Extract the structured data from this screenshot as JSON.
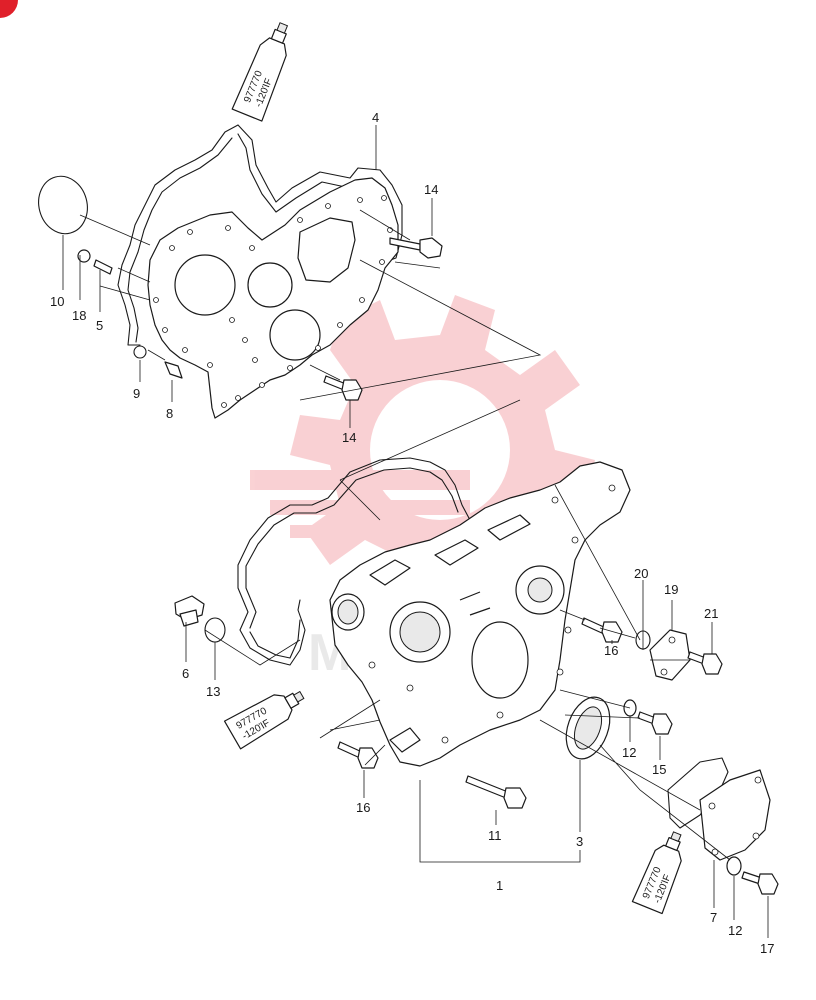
{
  "diagram": {
    "callouts": [
      {
        "id": "c1",
        "text": "1"
      },
      {
        "id": "c3",
        "text": "3"
      },
      {
        "id": "c4",
        "text": "4"
      },
      {
        "id": "c5",
        "text": "5"
      },
      {
        "id": "c6",
        "text": "6"
      },
      {
        "id": "c7",
        "text": "7"
      },
      {
        "id": "c8",
        "text": "8"
      },
      {
        "id": "c9",
        "text": "9"
      },
      {
        "id": "c10",
        "text": "10"
      },
      {
        "id": "c11",
        "text": "11"
      },
      {
        "id": "c12a",
        "text": "12"
      },
      {
        "id": "c12b",
        "text": "12"
      },
      {
        "id": "c13",
        "text": "13"
      },
      {
        "id": "c14a",
        "text": "14"
      },
      {
        "id": "c14b",
        "text": "14"
      },
      {
        "id": "c15",
        "text": "15"
      },
      {
        "id": "c16a",
        "text": "16"
      },
      {
        "id": "c16b",
        "text": "16"
      },
      {
        "id": "c17",
        "text": "17"
      },
      {
        "id": "c18",
        "text": "18"
      },
      {
        "id": "c19",
        "text": "19"
      },
      {
        "id": "c20",
        "text": "20"
      },
      {
        "id": "c21",
        "text": "21"
      }
    ],
    "sealant_tube": {
      "line1": "977770",
      "line2": "-120ΊF"
    },
    "watermark": {
      "text": "MHTEX",
      "color": "#e8303a"
    },
    "colors": {
      "line": "#1a1a1a",
      "corner_badge": "#e0202a"
    }
  }
}
